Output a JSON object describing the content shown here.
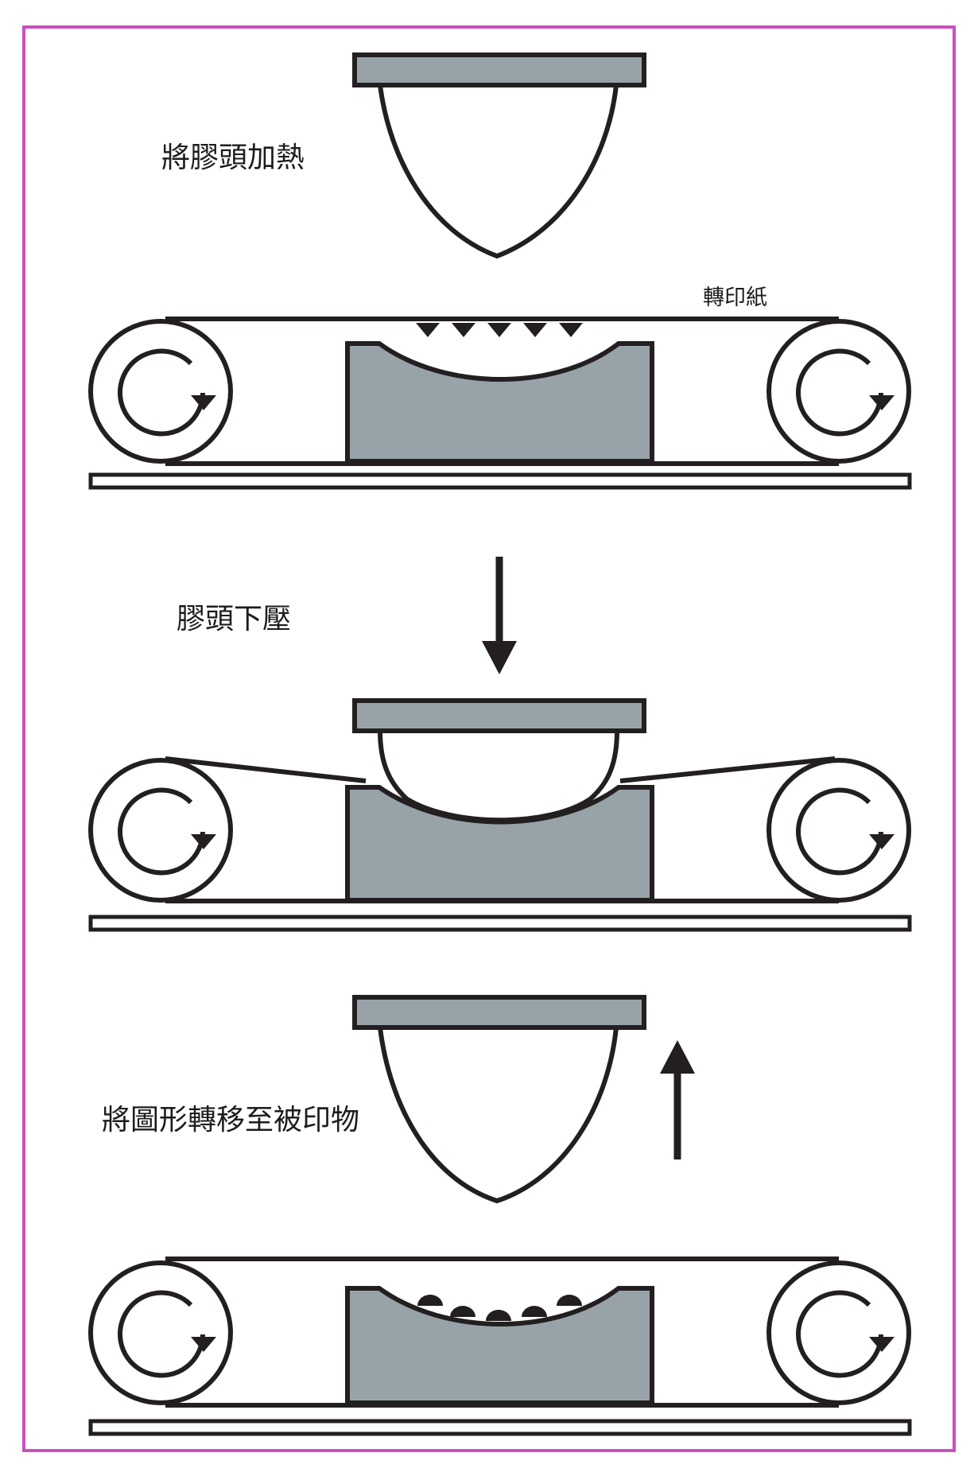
{
  "labels": {
    "step1": "將膠頭加熱",
    "transfer_paper": "轉印紙",
    "step2": "膠頭下壓",
    "step3": "將圖形轉移至被印物"
  },
  "colors": {
    "frame": "#c94fc0",
    "stroke": "#231f20",
    "gray_fill": "#97a3a8",
    "background": "#ffffff"
  }
}
